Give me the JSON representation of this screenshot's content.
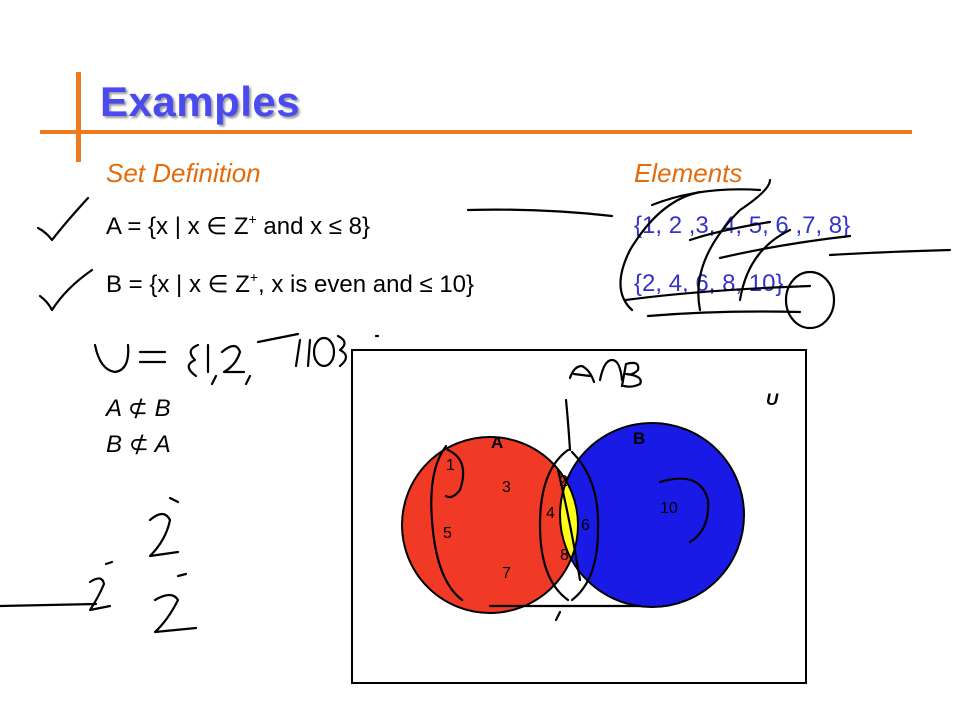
{
  "slide": {
    "title": "Examples",
    "headers": {
      "definition": "Set Definition",
      "elements": "Elements"
    },
    "setA": {
      "definition": {
        "pre": "A = {x | x ",
        "in": "∈",
        "base": " Z",
        "sup": "+",
        "post": " and x ",
        "le": "≤",
        "end": " 8}"
      },
      "elements": "{1, 2 ,3, 4, 5, 6 ,7, 8}"
    },
    "setB": {
      "definition": {
        "pre": "B = {x | x ",
        "in": "∈",
        "base": " Z",
        "sup": "+",
        "post": ", x is even and ",
        "le": "≤",
        "end": " 10}"
      },
      "elements": "{2, 4, 6, 8, 10}"
    },
    "relations": [
      {
        "left": "A ",
        "op": "⊄",
        "right": " B"
      },
      {
        "left": "B ",
        "op": "⊄",
        "right": " A"
      }
    ]
  },
  "venn": {
    "universe_label": "U",
    "labels": {
      "a": "A",
      "b": "B"
    },
    "only_a": [
      "1",
      "3",
      "5",
      "7"
    ],
    "intersection": [
      "2",
      "4",
      "6",
      "8"
    ],
    "only_b": [
      "10"
    ],
    "colors": {
      "a": "#f03a26",
      "b": "#1a1ae6",
      "intersection": "#ffff1a",
      "outline": "#000000"
    }
  },
  "handwriting": {
    "annotation": "A∩B",
    "universe": "U = {1, 2, ..., 10}"
  }
}
